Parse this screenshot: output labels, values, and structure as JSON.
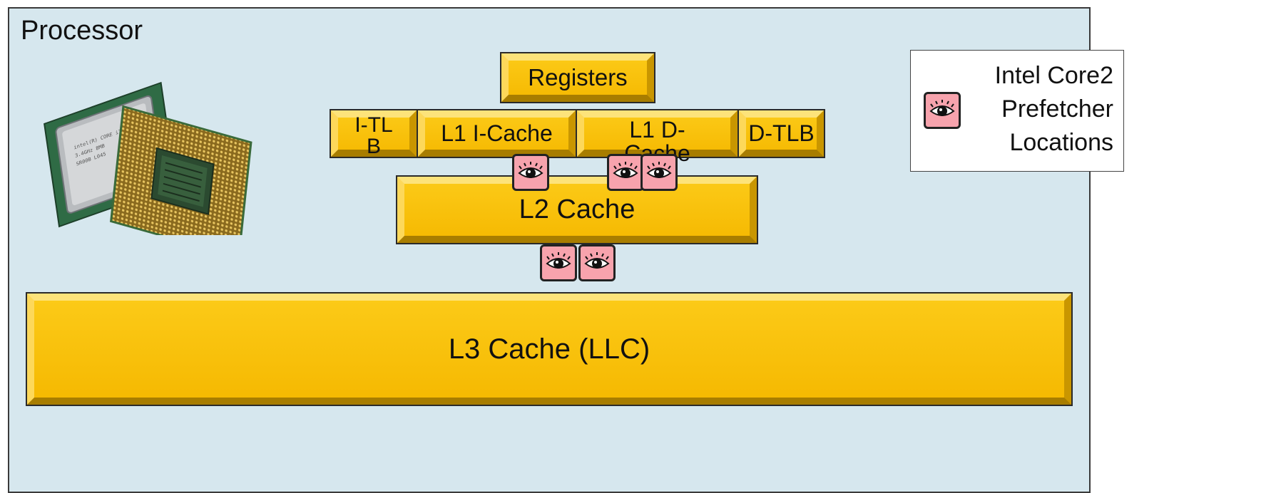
{
  "processor": {
    "label": "Processor"
  },
  "blocks": {
    "registers": "Registers",
    "itlb": "I-TLB",
    "l1i": "L1 I-Cache",
    "l1d": "L1 D-Cache",
    "dtlb": "D-TLB",
    "l2": "L2 Cache",
    "l3": "L3 Cache (LLC)"
  },
  "legend": {
    "line1": "Intel Core2",
    "line2": "Prefetcher",
    "line3": "Locations",
    "icon": "eye-icon"
  },
  "colors": {
    "background": "#d6e7ee",
    "cache_block": "#f5b800",
    "prefetcher_badge": "#f7a3ad"
  }
}
